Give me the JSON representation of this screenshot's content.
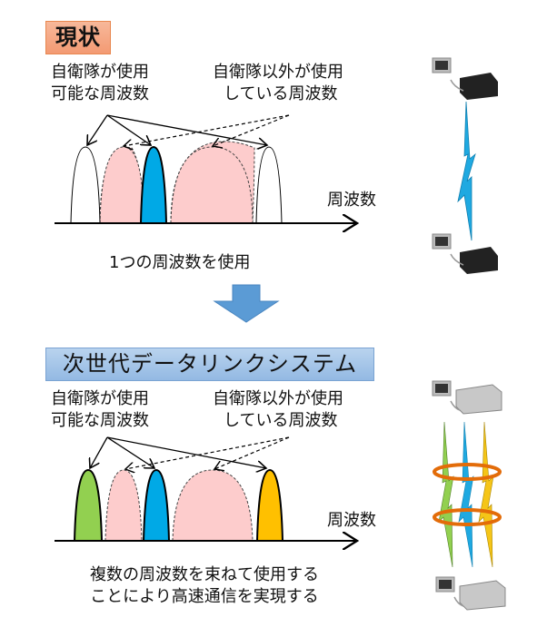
{
  "current": {
    "label": "現状",
    "left_note_line1": "自衛隊が使用",
    "left_note_line2": "可能な周波数",
    "right_note_line1": "自衛隊以外が使用",
    "right_note_line2": "している周波数",
    "axis_label": "周波数",
    "caption": "1つの周波数を使用"
  },
  "next": {
    "label": "次世代データリンクシステム",
    "left_note_line1": "自衛隊が使用",
    "left_note_line2": "可能な周波数",
    "right_note_line1": "自衛隊以外が使用",
    "right_note_line2": "している周波数",
    "axis_label": "周波数",
    "caption_line1": "複数の周波数を束ねて使用する",
    "caption_line2": "ことにより高速通信を実現する"
  },
  "colors": {
    "current_label_bg": "#f39a73",
    "next_label_bg": "#93b9e3",
    "other_band_fill": "#fdcccc",
    "blue_band": "#00a9e6",
    "green_band": "#92d050",
    "yellow_band": "#ffc000",
    "transition_arrow": "#5b9bd5",
    "bundle_ring": "#e36c09"
  },
  "illustrations": {
    "current_link": "single-lightning-link-icon",
    "next_link": "bundled-triple-lightning-link-icon"
  }
}
